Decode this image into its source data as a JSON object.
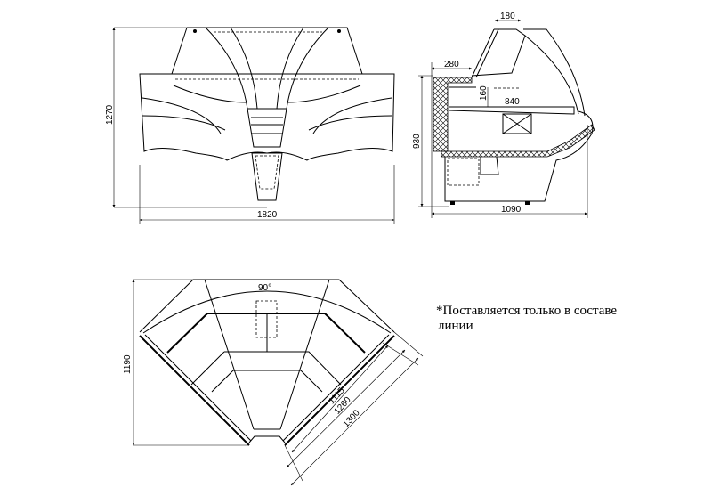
{
  "front_view": {
    "height_dim": "1270",
    "width_dim": "1820"
  },
  "side_view": {
    "top_dim": "180",
    "rear_dim": "280",
    "shelf_height_dim": "160",
    "shelf_depth_dim": "840",
    "body_height_dim": "930",
    "depth_dim": "1090"
  },
  "plan_view": {
    "angle": "90°",
    "depth_dim": "1190",
    "inner_dim": "1115",
    "mid_dim": "1260",
    "outer_dim": "1300"
  },
  "note": {
    "line1": "*Поставляется только в составе",
    "line2": "линии"
  }
}
